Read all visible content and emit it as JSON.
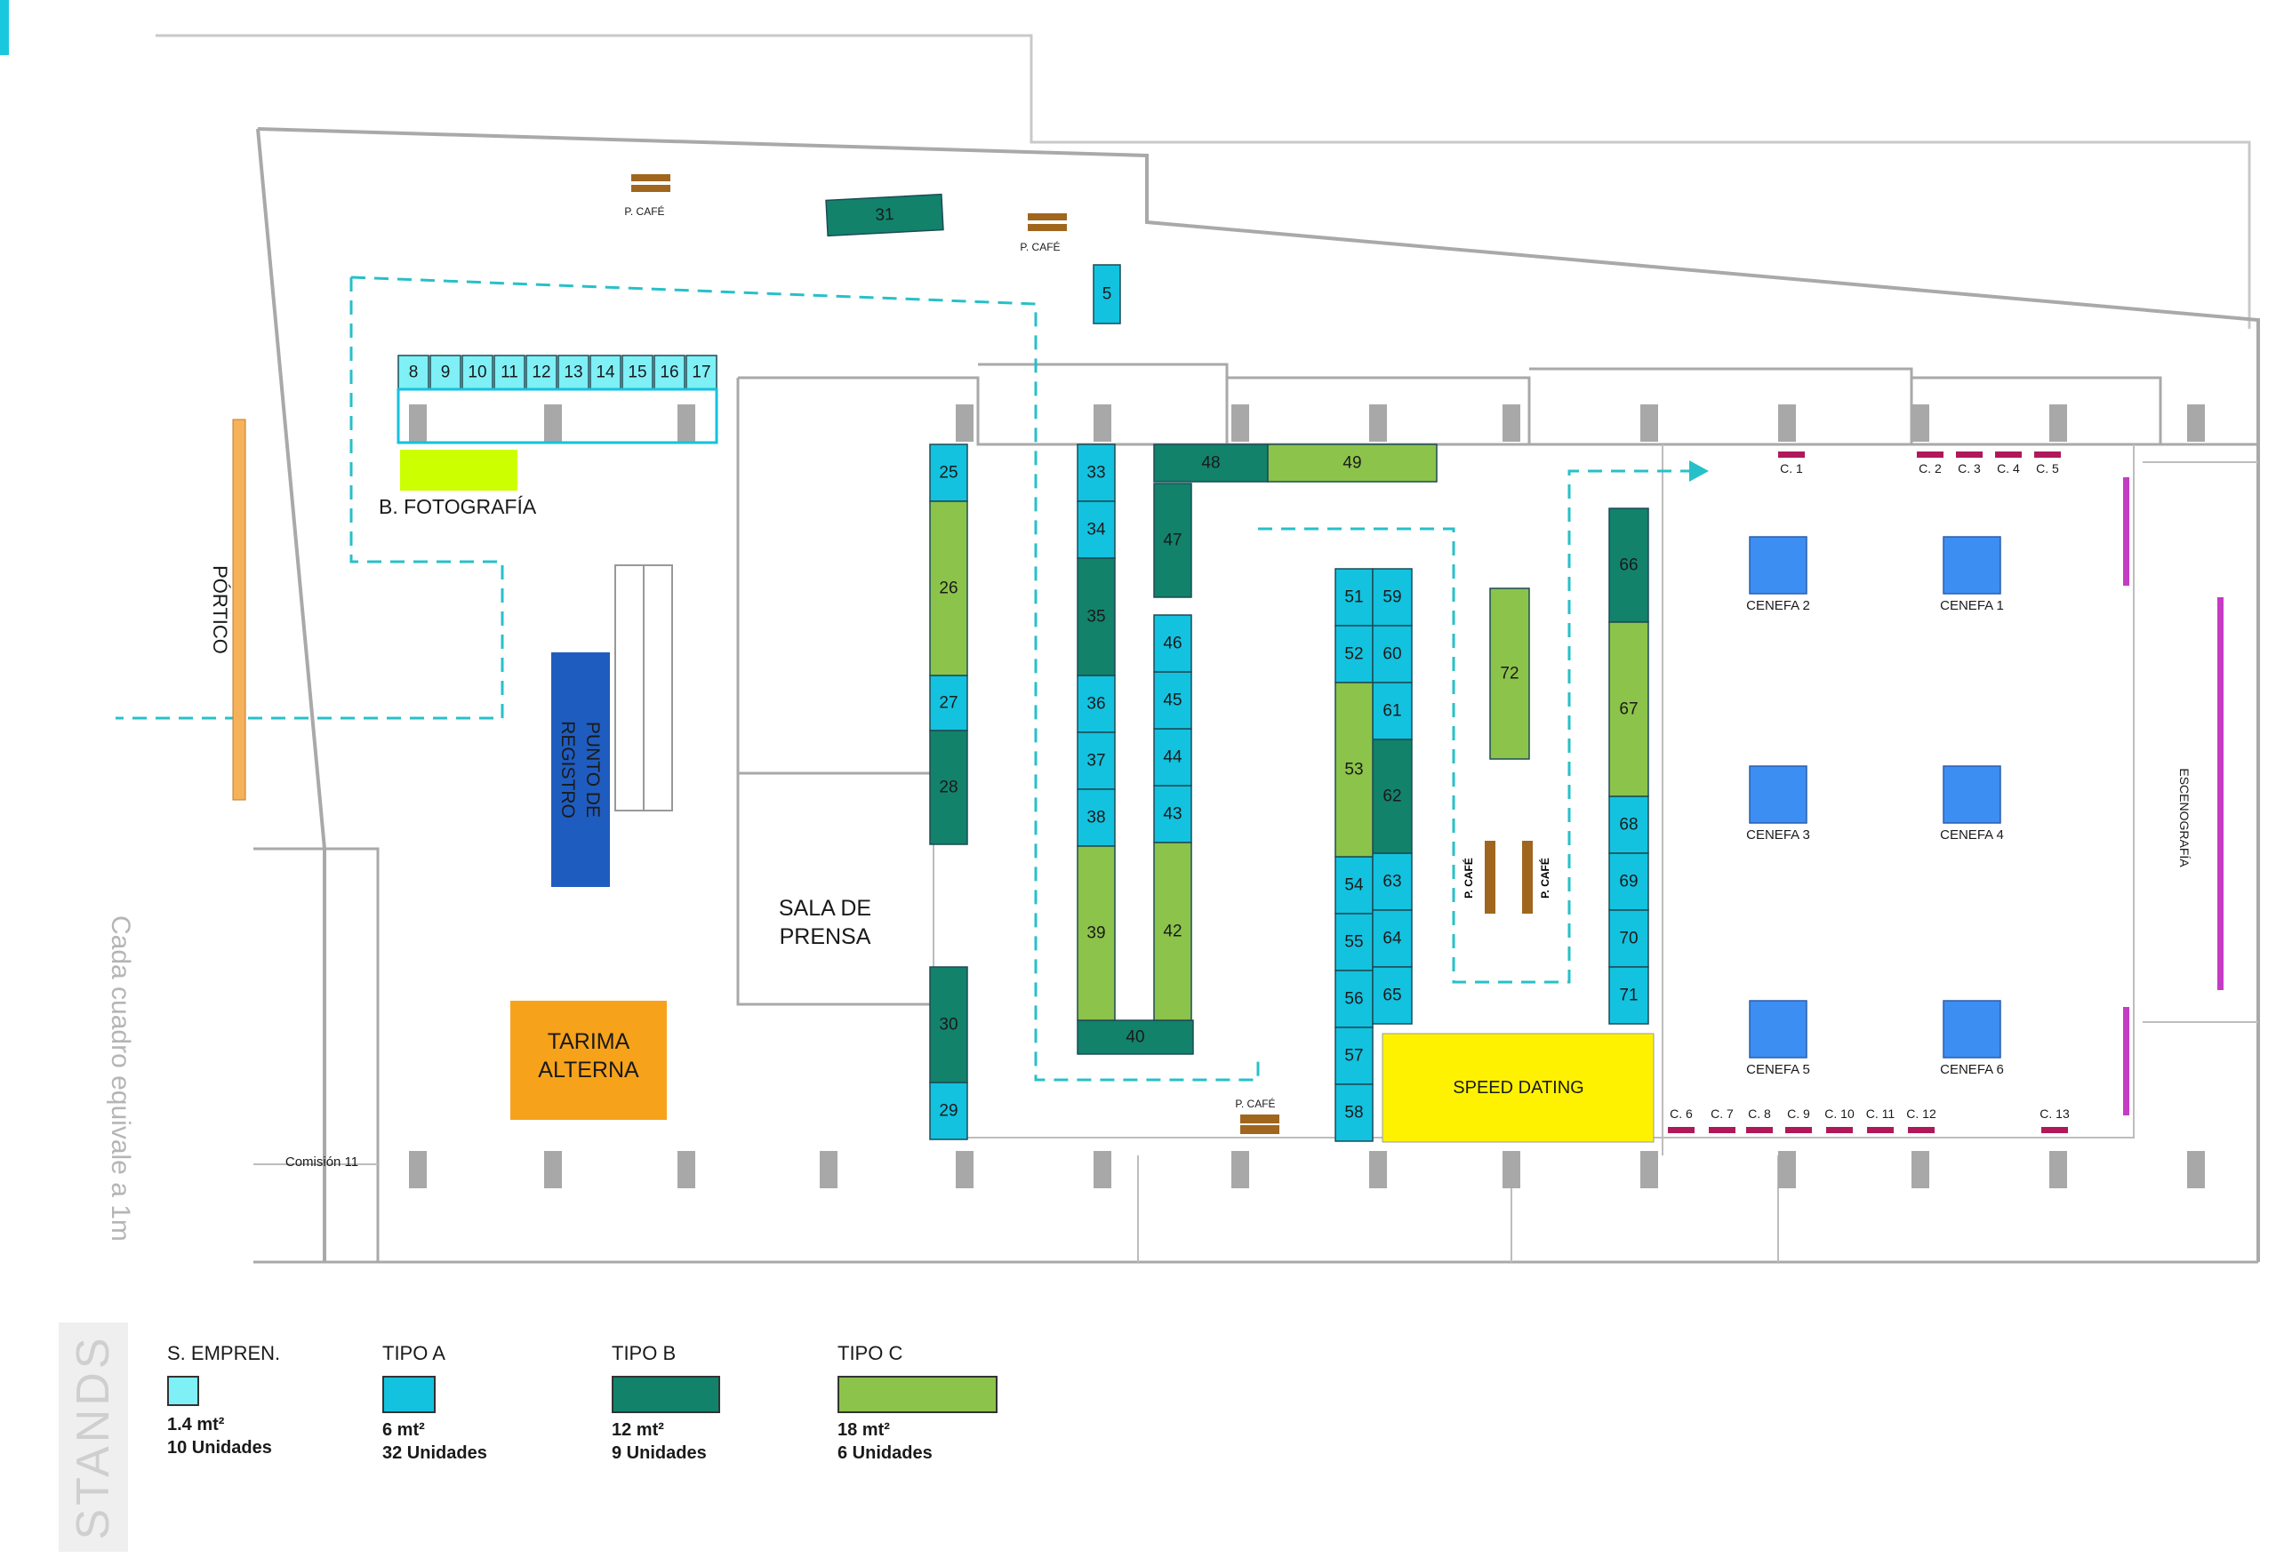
{
  "colors": {
    "s_empren": "#7ef0f6",
    "tipo_a": "#13c2df",
    "tipo_b": "#12826b",
    "tipo_c": "#8cc34a",
    "cenefa": "#3d8ef2",
    "speed_dating": "#fff200",
    "tarima": "#f7a21b",
    "registro": "#1f5cbf",
    "fotografia": "#ccff00",
    "portico": "#f5b25b",
    "cafe": "#a0661e",
    "c_marker": "#b0185a",
    "escenografia_bar": "#c53cc4",
    "route": "#27c0c9"
  },
  "labels": {
    "b_fotografia": "B. FOTOGRAFÍA",
    "portico": "PÓRTICO",
    "punto_registro_1": "PUNTO DE",
    "punto_registro_2": "REGISTRO",
    "sala_prensa_1": "SALA DE",
    "sala_prensa_2": "PRENSA",
    "tarima_1": "TARIMA",
    "tarima_2": "ALTERNA",
    "speed_dating": "SPEED DATING",
    "escenografia": "ESCENOGRAFÍA",
    "comision": "Comisión 11",
    "p_cafe": "P. CAFÉ",
    "scale_note": "Cada cuadro equivale a 1m"
  },
  "cenefas": [
    "CENEFA 1",
    "CENEFA 2",
    "CENEFA 3",
    "CENEFA 4",
    "CENEFA 5",
    "CENEFA 6"
  ],
  "c_markers": [
    "C. 1",
    "C. 2",
    "C. 3",
    "C. 4",
    "C. 5",
    "C. 6",
    "C. 7",
    "C. 8",
    "C. 9",
    "C. 10",
    "C. 11",
    "C. 12",
    "C. 13"
  ],
  "stands": {
    "s_empren": [
      "8",
      "9",
      "10",
      "11",
      "12",
      "13",
      "14",
      "15",
      "16",
      "17"
    ],
    "tipo_a": [
      "5",
      "25",
      "27",
      "29",
      "33",
      "34",
      "36",
      "37",
      "38",
      "43",
      "44",
      "45",
      "46",
      "51",
      "52",
      "54",
      "55",
      "56",
      "57",
      "58",
      "59",
      "60",
      "61",
      "63",
      "64",
      "65",
      "68",
      "69",
      "70",
      "71"
    ],
    "tipo_b": [
      "28",
      "30",
      "31",
      "35",
      "40",
      "47",
      "48",
      "62",
      "66"
    ],
    "tipo_c": [
      "26",
      "39",
      "42",
      "49",
      "53",
      "67",
      "72"
    ]
  },
  "legend": {
    "title": "STANDS",
    "items": [
      {
        "name": "S. EMPREN.",
        "size": "1.4 mt²",
        "units": "10 Unidades"
      },
      {
        "name": "TIPO A",
        "size": "6 mt²",
        "units": "32 Unidades"
      },
      {
        "name": "TIPO B",
        "size": "12 mt²",
        "units": "9 Unidades"
      },
      {
        "name": "TIPO C",
        "size": "18 mt²",
        "units": "6 Unidades"
      }
    ]
  }
}
